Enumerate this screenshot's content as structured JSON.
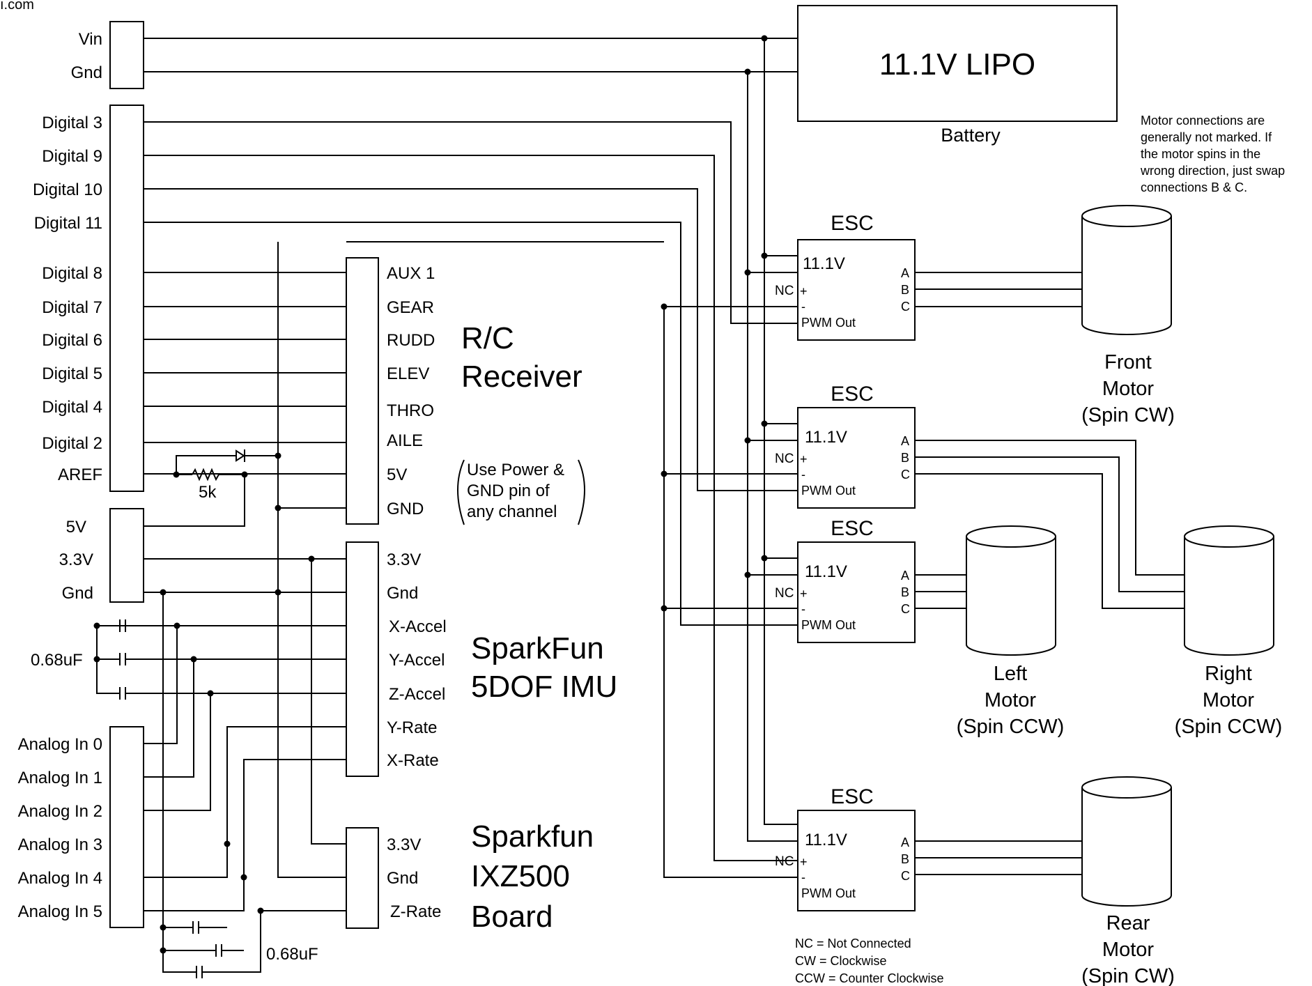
{
  "header": {
    "site_fragment": "ı.com"
  },
  "arduino": {
    "power_header": [
      "Vin",
      "Gnd"
    ],
    "digital_header": [
      "Digital 3",
      "Digital 9",
      "Digital 10",
      "Digital 11",
      "Digital 8",
      "Digital 7",
      "Digital 6",
      "Digital 5",
      "Digital 4",
      "Digital 2",
      "AREF"
    ],
    "supply_header": [
      "5V",
      "3.3V",
      "Gnd"
    ],
    "analog_header": [
      "Analog In 0",
      "Analog In 1",
      "Analog In 2",
      "Analog In 3",
      "Analog In 4",
      "Analog In 5"
    ]
  },
  "battery": {
    "title": "11.1V LIPO",
    "caption": "Battery"
  },
  "receiver": {
    "pins": [
      "AUX 1",
      "GEAR",
      "RUDD",
      "ELEV",
      "THRO",
      "AILE",
      "5V",
      "GND"
    ],
    "name_line1": "R/C",
    "name_line2": "Receiver",
    "note_lines": [
      "Use Power &",
      "GND pin of",
      "any channel"
    ]
  },
  "imu": {
    "pins": [
      "3.3V",
      "Gnd",
      "X-Accel",
      "Y-Accel",
      "Z-Accel",
      "Y-Rate",
      "X-Rate"
    ],
    "name_line1": "SparkFun",
    "name_line2": "5DOF IMU"
  },
  "ixz500": {
    "pins": [
      "3.3V",
      "Gnd",
      "Z-Rate"
    ],
    "name_line1": "Sparkfun",
    "name_line2": "IXZ500",
    "name_line3": "Board"
  },
  "components": {
    "resistor_label": "5k",
    "cap_label_imu": "0.68uF",
    "cap_label_ixz": "0.68uF"
  },
  "esc": {
    "title": "ESC",
    "voltage": "11.1V",
    "nc": "NC",
    "plus": "+",
    "minus": "-",
    "pwm": "PWM Out",
    "phases": [
      "A",
      "B",
      "C"
    ]
  },
  "motors": {
    "front": [
      "Front",
      "Motor",
      "(Spin CW)"
    ],
    "left": [
      "Left",
      "Motor",
      "(Spin CCW)"
    ],
    "right": [
      "Right",
      "Motor",
      "(Spin CCW)"
    ],
    "rear": [
      "Rear",
      "Motor",
      "(Spin CW)"
    ]
  },
  "motor_note": [
    "Motor connections are",
    "generally not marked. If",
    "the motor spins in the",
    "wrong direction, just swap",
    "connections B & C."
  ],
  "legend": [
    "NC = Not Connected",
    "CW = Clockwise",
    "CCW = Counter Clockwise"
  ]
}
